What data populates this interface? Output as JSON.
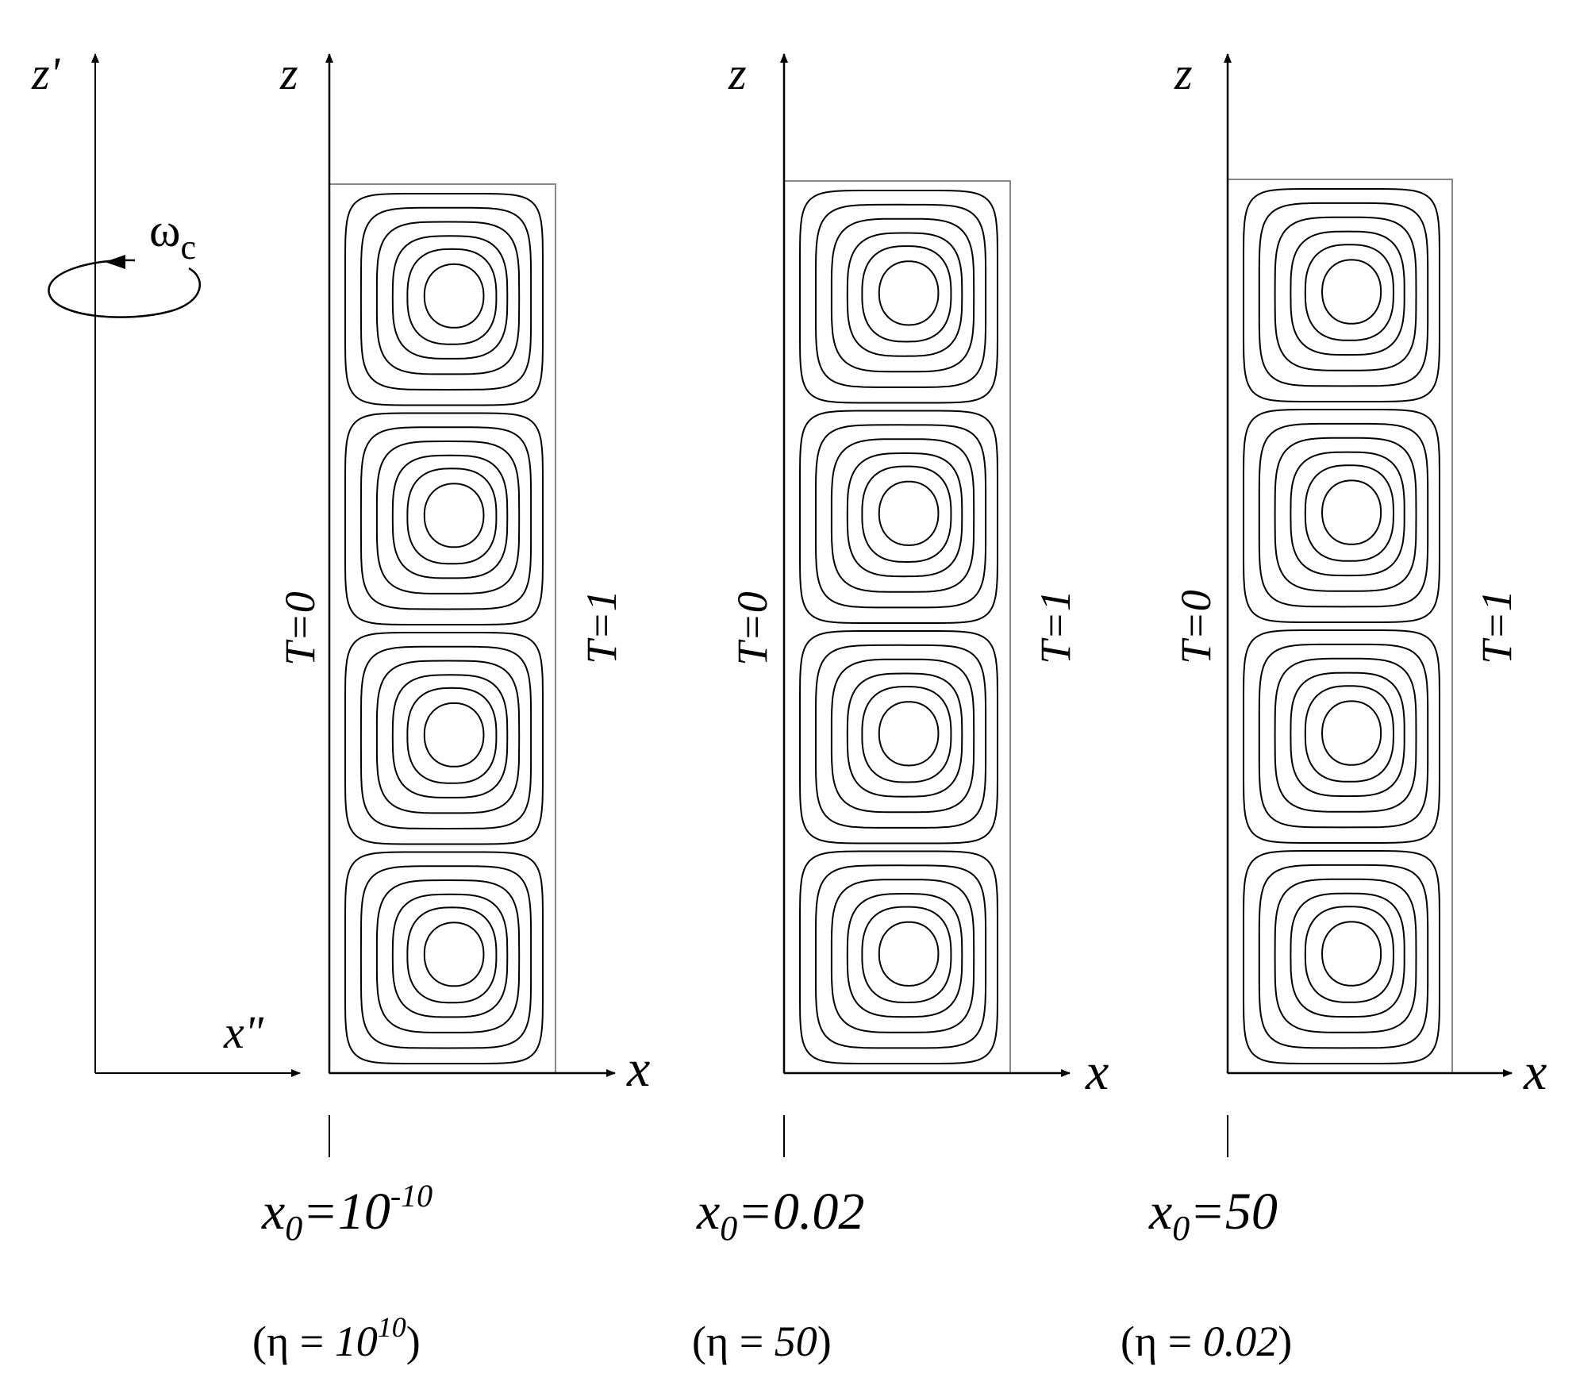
{
  "frame": {
    "vertical_axis_label": "z'",
    "horizontal_axis_label": "x\"",
    "rotation_symbol": "ω",
    "rotation_subscript": "c"
  },
  "panels": [
    {
      "z_label": "z",
      "x_label": "x",
      "left_wall_label": "T=0",
      "right_wall_label": "T=1",
      "x0_base": "x",
      "x0_sub": "0",
      "x0_eq": "=",
      "x0_value": "10",
      "x0_sup": "-10",
      "eta_open": "(",
      "eta_symbol": "η",
      "eta_eq": " = ",
      "eta_value": "10",
      "eta_sup": "10",
      "eta_close": ")"
    },
    {
      "z_label": "z",
      "x_label": "x",
      "left_wall_label": "T=0",
      "right_wall_label": "T=1",
      "x0_base": "x",
      "x0_sub": "0",
      "x0_eq": "=",
      "x0_value": "0.02",
      "x0_sup": "",
      "eta_open": "(",
      "eta_symbol": "η",
      "eta_eq": " = ",
      "eta_value": "50",
      "eta_sup": "",
      "eta_close": ")"
    },
    {
      "z_label": "z",
      "x_label": "x",
      "left_wall_label": "T=0",
      "right_wall_label": "T=1",
      "x0_base": "x",
      "x0_sub": "0",
      "x0_eq": "=",
      "x0_value": "50",
      "x0_sup": "",
      "eta_open": "(",
      "eta_symbol": "η",
      "eta_eq": " = ",
      "eta_value": "0.02",
      "eta_sup": "",
      "eta_close": ")"
    }
  ]
}
